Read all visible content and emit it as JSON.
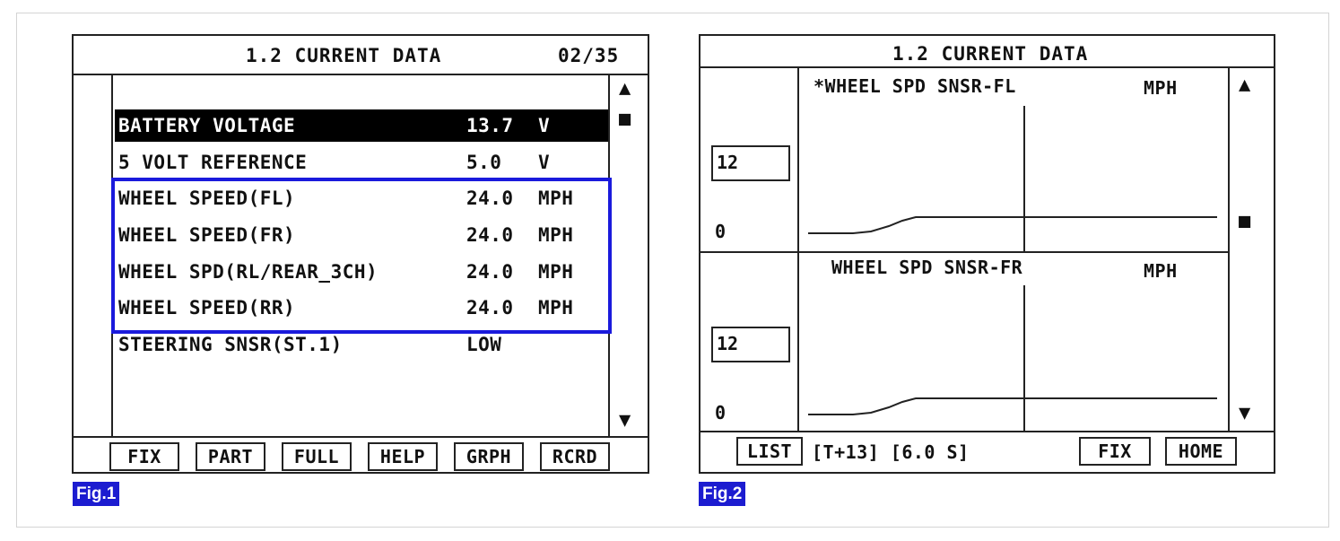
{
  "fig1": {
    "header": {
      "title": "1.2 CURRENT DATA",
      "page": "02/35"
    },
    "rows": [
      {
        "label": "BATTERY VOLTAGE",
        "value": "13.7",
        "unit": "V",
        "selected": true
      },
      {
        "label": "5 VOLT REFERENCE",
        "value": "5.0",
        "unit": "V"
      },
      {
        "label": "WHEEL SPEED(FL)",
        "value": "24.0",
        "unit": "MPH"
      },
      {
        "label": "WHEEL SPEED(FR)",
        "value": "24.0",
        "unit": "MPH"
      },
      {
        "label": "WHEEL SPD(RL/REAR_3CH)",
        "value": "24.0",
        "unit": "MPH"
      },
      {
        "label": "WHEEL SPEED(RR)",
        "value": "24.0",
        "unit": "MPH"
      },
      {
        "label": "STEERING SNSR(ST.1)",
        "value": "LOW",
        "unit": ""
      }
    ],
    "scroll": {
      "up": "▲",
      "thumb": "■",
      "down": "▼"
    },
    "buttons": [
      "FIX",
      "PART",
      "FULL",
      "HELP",
      "GRPH",
      "RCRD"
    ],
    "caption": "Fig.1",
    "highlight_color": "#1a1adc"
  },
  "fig2": {
    "header": {
      "title": "1.2 CURRENT DATA"
    },
    "graphs": [
      {
        "name": "*WHEEL SPD SNSR-FL",
        "unit": "MPH",
        "max": "12",
        "min": "0"
      },
      {
        "name": "WHEEL SPD SNSR-FR",
        "unit": "MPH",
        "max": "12",
        "min": "0"
      }
    ],
    "scroll": {
      "up": "▲",
      "thumb": "■",
      "down": "▼"
    },
    "footer": {
      "list": "LIST",
      "status": "[T+13] [6.0 S]",
      "fix": "FIX",
      "home": "HOME"
    },
    "caption": "Fig.2"
  }
}
